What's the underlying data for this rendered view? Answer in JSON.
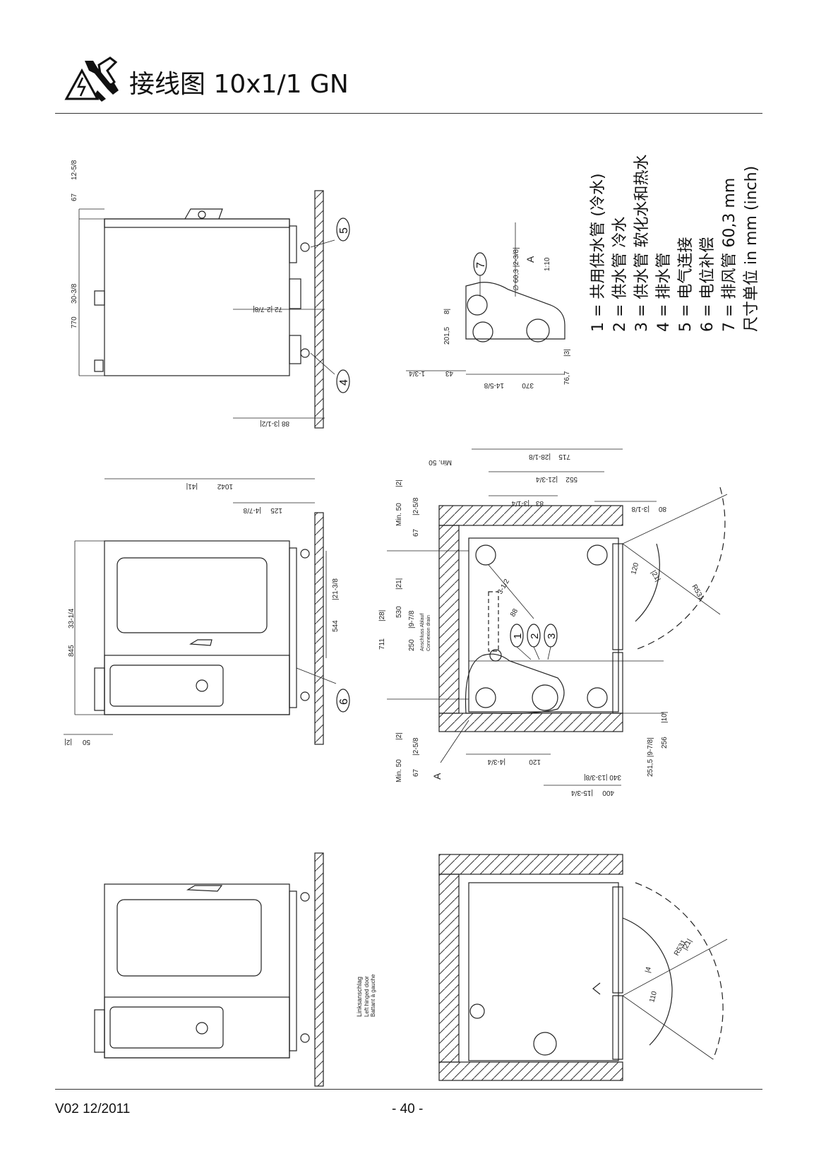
{
  "header": {
    "title": "接线图 10x1/1 GN",
    "icon": "warning-electric-tools-icon"
  },
  "legend": {
    "items": [
      "1 = 共用供水管 (冷水)",
      "2 = 供水管 冷水",
      "3 = 供水管 软化水和热水",
      "4 = 排水管",
      "5 = 电气连接",
      "6 = 电位补偿",
      "7 = 排风管 60,3 mm",
      "尺寸单位 in mm (inch)"
    ]
  },
  "callouts": {
    "c1": "1",
    "c2": "2",
    "c3": "3",
    "c4": "4",
    "c5": "5",
    "c6": "6",
    "c7": "7"
  },
  "dims": {
    "d67": "67",
    "d12_5_8": "12-5/8",
    "d770": "770",
    "d30_3_8": "30-3/8",
    "d72": "72 |2-7/8|",
    "d88": "88 |3-1/2|",
    "dA": "A",
    "dscale": "1:10",
    "dpipe": "∅ 60,3 |2-3/8|",
    "d8": "8|",
    "d201": "201,5",
    "d43": "43",
    "d1_3_4": "1-3/4",
    "d370": "370",
    "d14_5_8": "14-5/8",
    "d76": "76,7",
    "d3": "|3|",
    "d1042": "1042",
    "d41": "|41|",
    "d125": "125",
    "d4_7_8": "|4-7/8",
    "d845": "845",
    "d33_1_4": "33-1/4",
    "d544": "544",
    "d21_3_8": "|21-3/8",
    "d50": "50",
    "d2": "|2|",
    "dmin50": "Min. 50",
    "d715": "715",
    "d28_1_8": "|28-1/8",
    "d552": "552",
    "d21_3_4": "|21-3/4",
    "d83": "83",
    "d3_1_4": "|3-1/4",
    "d80": "80",
    "d3_1_8": "|3-1/8",
    "dmin50b": "Min. 50",
    "d2b": "|2|",
    "d67b": "67",
    "d2_5_8": "|2-5/8",
    "d711": "711",
    "d28": "|28|",
    "d530": "530",
    "d21": "|21|",
    "d250": "250",
    "d9_7_8": "|9-7/8",
    "danschluss": "Anschluss Ablauf",
    "dconnexion": "Connexion drain",
    "d88b": "88",
    "d3_1_2": "3-1/2",
    "d120": "120",
    "d21b": "|21|",
    "d531": "R531",
    "dmin50c": "Min. 50",
    "d2c": "|2|",
    "d67c": "67",
    "d2_5_8b": "|2-5/8",
    "dA2": "A",
    "d120b": "120",
    "d4_3_4": "|4-3/4",
    "d340": "340 |13-3/8|",
    "d400": "400",
    "d15_3_4": "|15-3/4",
    "d251": "251,5 |9-7/8|",
    "d256": "256",
    "d10": "|10|",
    "lhinge1": "Linksanschlag",
    "lhinge2": "Left hinged door",
    "lhinge3": "Battant à gauche",
    "d110": "110",
    "d4": "|4",
    "dR531": "R531",
    "d21c": "|21|"
  },
  "footer": {
    "version": "V02 12/2011",
    "page": "- 40 -"
  }
}
